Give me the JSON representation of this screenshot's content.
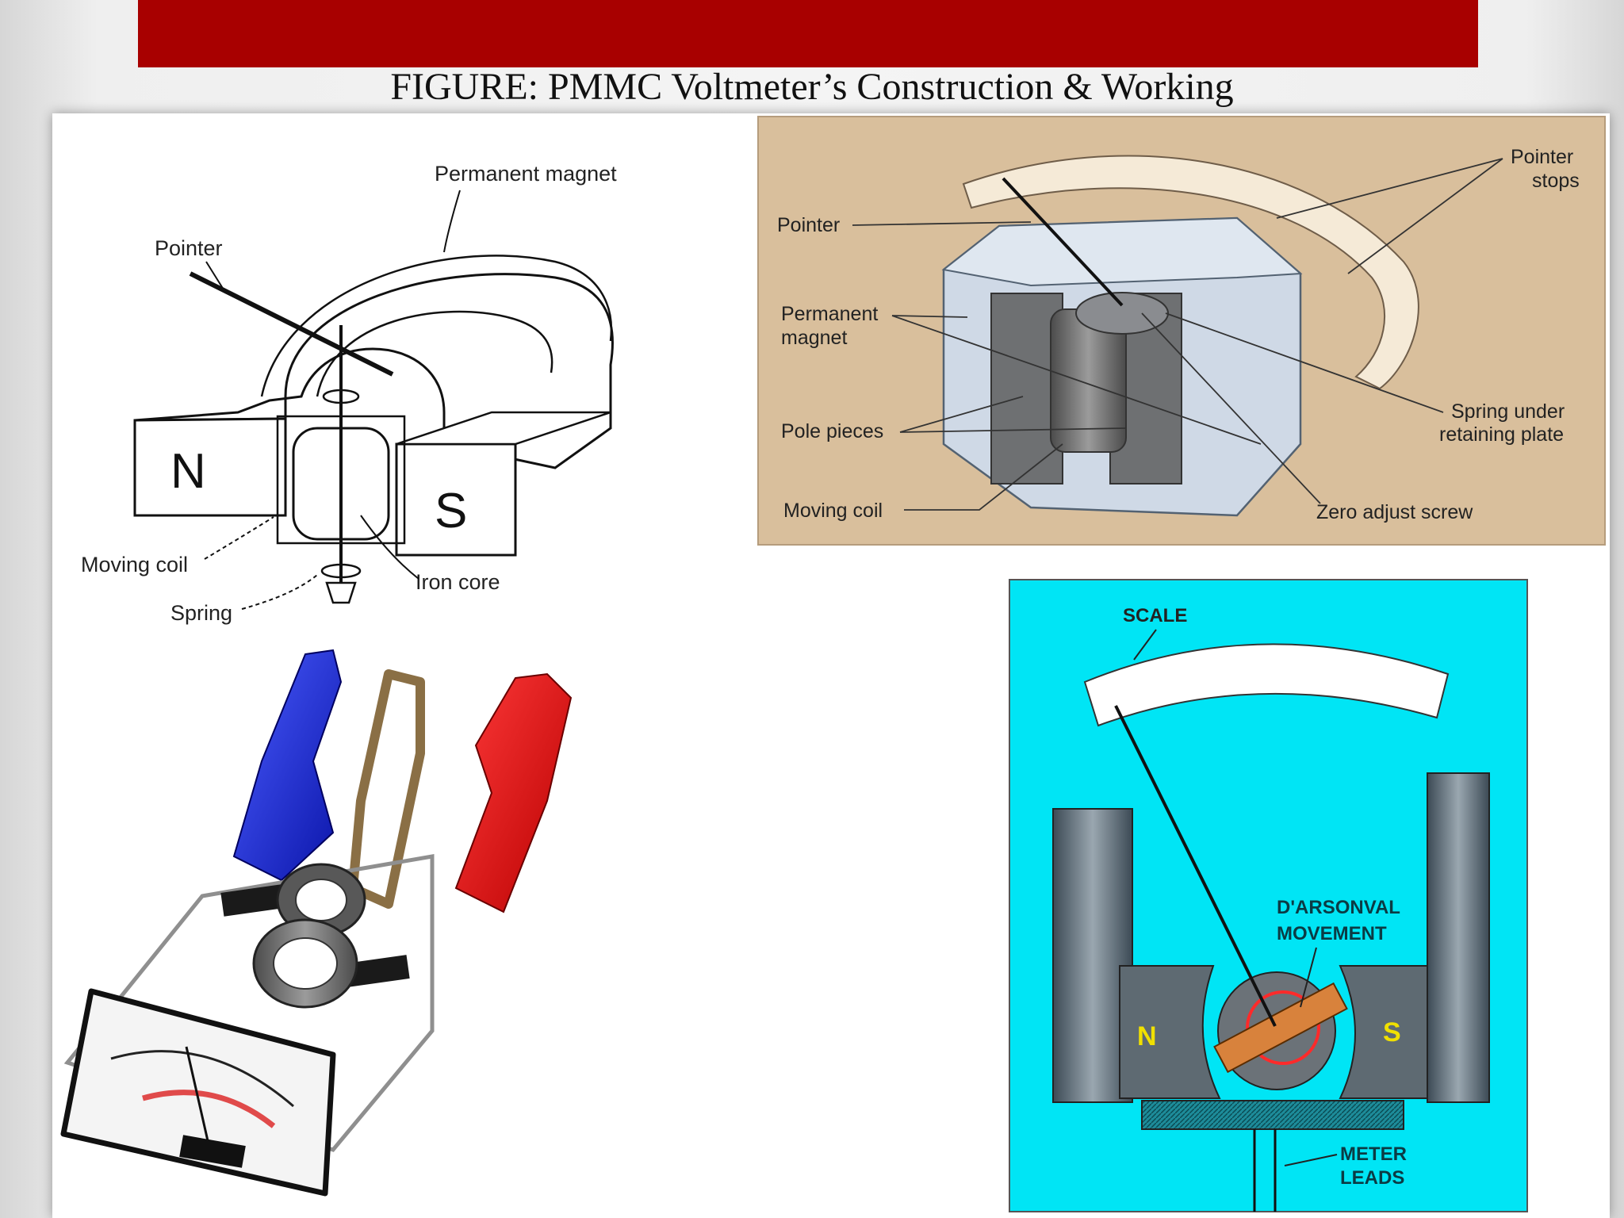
{
  "slide": {
    "title": "FIGURE: PMMC Voltmeter’s Construction & Working",
    "colors": {
      "title_bar": "#a80000",
      "panel_tan": "#d9bf9c",
      "panel_cyan": "#00e5f5"
    }
  },
  "diagram_a": {
    "labels": {
      "permanent_magnet": "Permanent magnet",
      "pointer": "Pointer",
      "north": "N",
      "south": "S",
      "moving_coil": "Moving coil",
      "iron_core": "Iron core",
      "spring": "Spring"
    }
  },
  "diagram_b": {
    "labels": {
      "pointer_stops_1": "Pointer",
      "pointer_stops_2": "stops",
      "pointer": "Pointer",
      "permanent_magnet_1": "Permanent",
      "permanent_magnet_2": "magnet",
      "pole_pieces": "Pole pieces",
      "moving_coil": "Moving coil",
      "spring_1": "Spring under",
      "spring_2": "retaining plate",
      "zero_adjust": "Zero adjust screw"
    }
  },
  "diagram_d": {
    "labels": {
      "scale": "SCALE",
      "movement_1": "D'ARSONVAL",
      "movement_2": "MOVEMENT",
      "north": "N",
      "south": "S",
      "leads_1": "METER",
      "leads_2": "LEADS"
    }
  }
}
